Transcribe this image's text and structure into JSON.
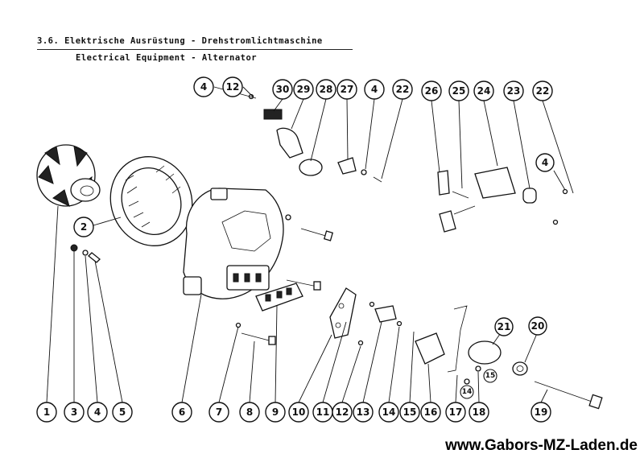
{
  "header": {
    "title_de": "3.6. Elektrische Ausrüstung - Drehstromlichtmaschine",
    "title_en": "Electrical Equipment - Alternator"
  },
  "watermark": "www.Gabors-MZ-Laden.de",
  "callouts": {
    "c4a": "4",
    "c12a": "12",
    "c30": "30",
    "c29": "29",
    "c28": "28",
    "c27": "27",
    "c4b": "4",
    "c22a": "22",
    "c26": "26",
    "c25": "25",
    "c24": "24",
    "c23": "23",
    "c22b": "22",
    "c4c": "4",
    "c2": "2",
    "c21": "21",
    "c20": "20",
    "c15s": "15",
    "c14s": "14",
    "b1": "1",
    "b3": "3",
    "b4": "4",
    "b5": "5",
    "b6": "6",
    "b7": "7",
    "b8": "8",
    "b9": "9",
    "b10": "10",
    "b11": "11",
    "b12": "12",
    "b13": "13",
    "b14": "14",
    "b15": "15",
    "b16": "16",
    "b17": "17",
    "b18": "18",
    "b19": "19"
  }
}
